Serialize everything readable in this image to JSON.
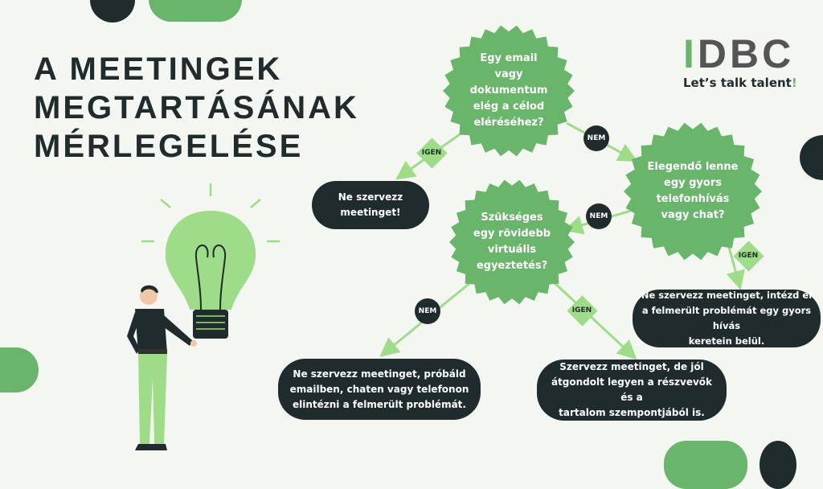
{
  "title": {
    "lines": [
      "A MEETINGEK",
      "MEGTARTÁSÁNAK",
      "MÉRLEGELÉSE"
    ]
  },
  "logo": {
    "mark_i": "I",
    "mark_rest": "DBC",
    "tagline": "Let’s talk talent",
    "tagline_end": "!"
  },
  "questions": [
    {
      "text": "Egy email\nvagy\ndokumentum\nelég a célod\neléréséhez?"
    },
    {
      "text": "Elegendő lenne\negy gyors\ntelefonhívás\nvagy chat?"
    },
    {
      "text": "Szükséges\negy rövidebb\nvirtuális\negyeztetés?"
    }
  ],
  "outcomes": [
    {
      "text": "Ne szervezz\nmeetinget!"
    },
    {
      "text": "Ne szervezz meetinget, intézd el\na felmerült problémát egy gyors hívás\nkeretein belül."
    },
    {
      "text": "Ne szervezz meetinget, próbáld\nemailben, chaten vagy telefonon\nelintézni a felmerült problémát."
    },
    {
      "text": "Szervezz meetinget, de jól\nátgondolt legyen a részvevők és a\ntartalom szempontjából is."
    }
  ],
  "labels": {
    "yes": "IGEN",
    "no": "NEM"
  },
  "colors": {
    "background": "#f4f7f1",
    "green": "#6ab56c",
    "dark": "#1f2b2d",
    "light_green": "#9fdc8a"
  }
}
